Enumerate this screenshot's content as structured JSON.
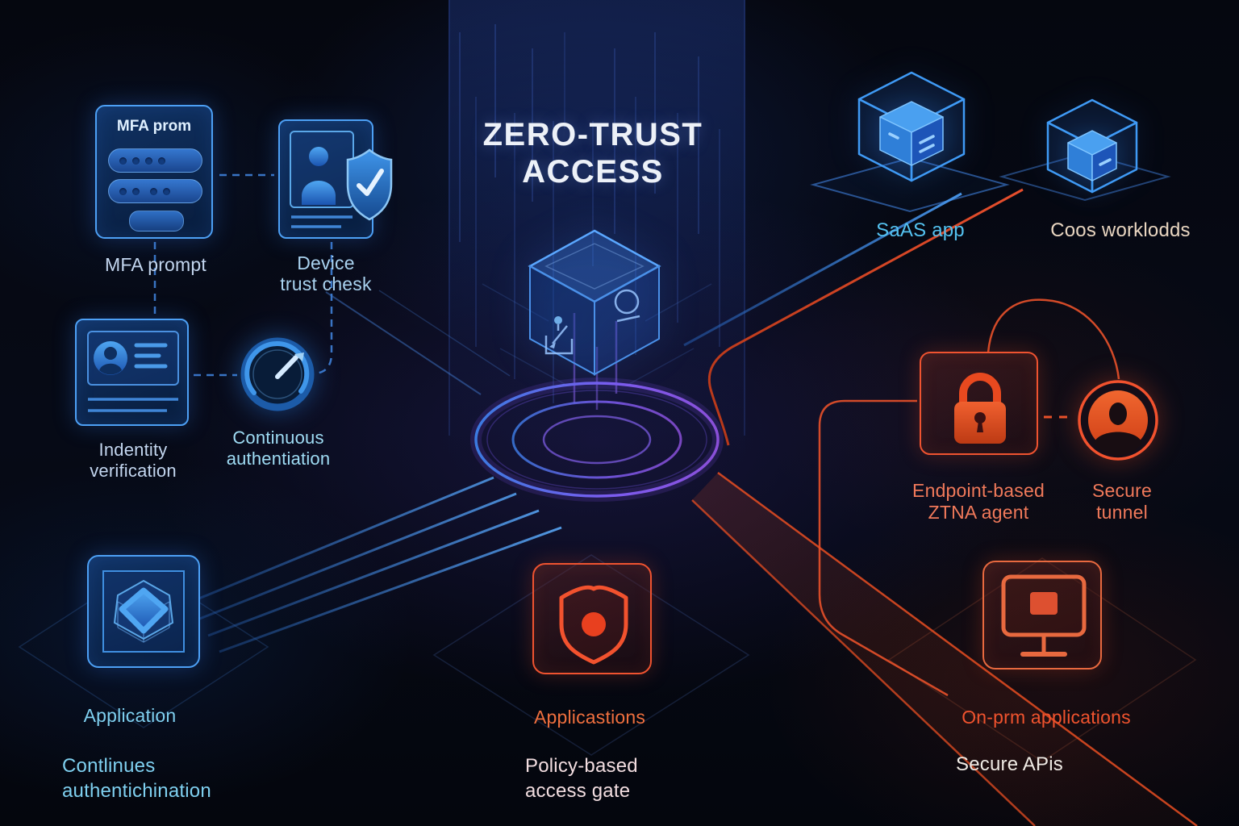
{
  "title": {
    "line1": "ZERO-TRUST",
    "line2": "ACCESS"
  },
  "nodes": {
    "mfa": {
      "card_title": "MFA prom",
      "label": "MFA prompt"
    },
    "device_trust": {
      "label_line1": "Device",
      "label_line2": "trust chesk"
    },
    "identity": {
      "label_line1": "Indentity",
      "label_line2": "verification"
    },
    "continuous_auth": {
      "label_line1": "Continuous",
      "label_line2": "authentiation"
    },
    "saas": {
      "label": "SaAS app"
    },
    "cloud_workloads": {
      "label": "Coos worklodds"
    },
    "ztna_agent": {
      "label_line1": "Endpoint-based",
      "label_line2": "ZTNA agent"
    },
    "secure_tunnel": {
      "label_line1": "Secure",
      "label_line2": "tunnel"
    },
    "application_left": {
      "label": "Application",
      "sub_line1": "Contlinues",
      "sub_line2": "authentichination"
    },
    "policy_gate": {
      "label": "Applicastions",
      "sub_line1": "Policy-based",
      "sub_line2": "access gate"
    },
    "on_prem": {
      "label": "On-prm applications",
      "sub": "Secure APis"
    }
  },
  "colors": {
    "background": "#05070f",
    "blue_accent": "#3b8de8",
    "cyan_text": "#7fd0f0",
    "purple_ring": "#7b5cf0",
    "orange_accent": "#f2522e",
    "salmon_text": "#f0795a",
    "title_text": "#edf1f8"
  }
}
